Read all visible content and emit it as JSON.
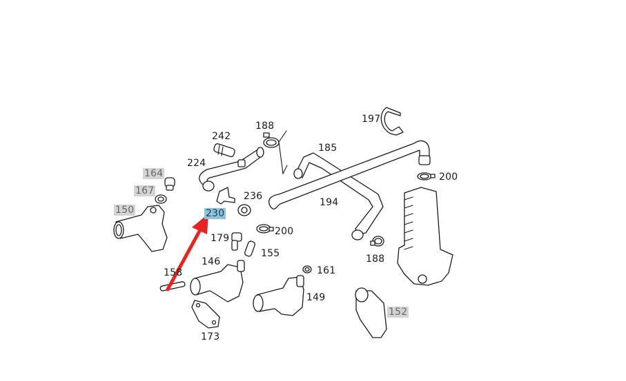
{
  "diagram": {
    "title": "Coolant thermostat housing and hoses exploded view",
    "highlight_colors": {
      "gray_box": "#d4d4d4",
      "blue_box": "#8ec3d9",
      "arrow": "#e52521"
    },
    "callouts": [
      {
        "id": "164",
        "label": "164",
        "style": "gray"
      },
      {
        "id": "167",
        "label": "167",
        "style": "gray"
      },
      {
        "id": "150",
        "label": "150",
        "style": "gray"
      },
      {
        "id": "242",
        "label": "242",
        "style": "plain"
      },
      {
        "id": "188a",
        "label": "188",
        "style": "plain"
      },
      {
        "id": "224",
        "label": "224",
        "style": "plain"
      },
      {
        "id": "236",
        "label": "236",
        "style": "plain"
      },
      {
        "id": "230",
        "label": "230",
        "style": "blue"
      },
      {
        "id": "179",
        "label": "179",
        "style": "plain"
      },
      {
        "id": "200a",
        "label": "200",
        "style": "plain"
      },
      {
        "id": "155",
        "label": "155",
        "style": "plain"
      },
      {
        "id": "146",
        "label": "146",
        "style": "plain"
      },
      {
        "id": "158",
        "label": "158",
        "style": "plain"
      },
      {
        "id": "161",
        "label": "161",
        "style": "plain"
      },
      {
        "id": "149",
        "label": "149",
        "style": "plain"
      },
      {
        "id": "173",
        "label": "173",
        "style": "plain"
      },
      {
        "id": "197",
        "label": "197",
        "style": "plain"
      },
      {
        "id": "185",
        "label": "185",
        "style": "plain"
      },
      {
        "id": "194",
        "label": "194",
        "style": "plain"
      },
      {
        "id": "200b",
        "label": "200",
        "style": "plain"
      },
      {
        "id": "188b",
        "label": "188",
        "style": "plain"
      },
      {
        "id": "152",
        "label": "152",
        "style": "gray"
      }
    ],
    "arrow": {
      "from_part": "158",
      "to_callout": "230"
    }
  }
}
